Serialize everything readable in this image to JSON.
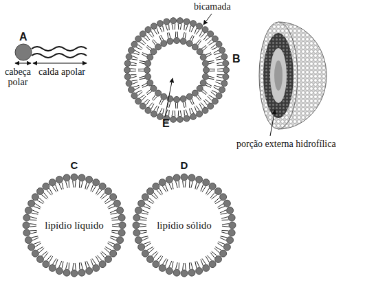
{
  "diagram": {
    "nodes": [
      {
        "text": [
          "C",
          "lipídio líquido"
        ]
      },
      {
        "text": [
          "D",
          "lipídio sólido"
        ]
      }
    ],
    "labels": [
      "A",
      "cabeça polar",
      "calda apolar",
      "bicamada",
      "B",
      "E",
      "porção externa hidrofílica"
    ]
  }
}
